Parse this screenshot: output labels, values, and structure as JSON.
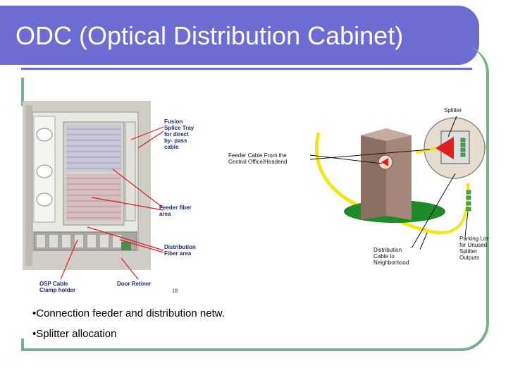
{
  "slide": {
    "title": "ODC (Optical Distribution Cabinet)"
  },
  "figure": {
    "photo_labels": {
      "fusion": "Fusion\nSplice Tray\nfor direct\nby- pass\ncable",
      "feeder": "Feeder fiber\narea",
      "distribution": "Distribution\nFiber area",
      "osp": "OSP Cable\nClamp holder",
      "door": "Door Retiner",
      "page_num": "18"
    },
    "diagram_labels": {
      "splitter": "Splitter",
      "feeder_cable": "Feeder Cable From the\nCentral Office/Headend",
      "distribution_cable": "Distribution\nCable to\nNeighborhood",
      "parking_lot": "Parking Lot\nfor Unused\nSplitter\nOutputs"
    }
  },
  "bullets": [
    "•Connection feeder and distribution netw.",
    "•Splitter allocation"
  ],
  "colors": {
    "title_bar": "#6c6cd2",
    "frame": "#78b08e",
    "cable": "#f2e617",
    "splitter": "#e0201e",
    "annotation_red": "#d82020"
  }
}
